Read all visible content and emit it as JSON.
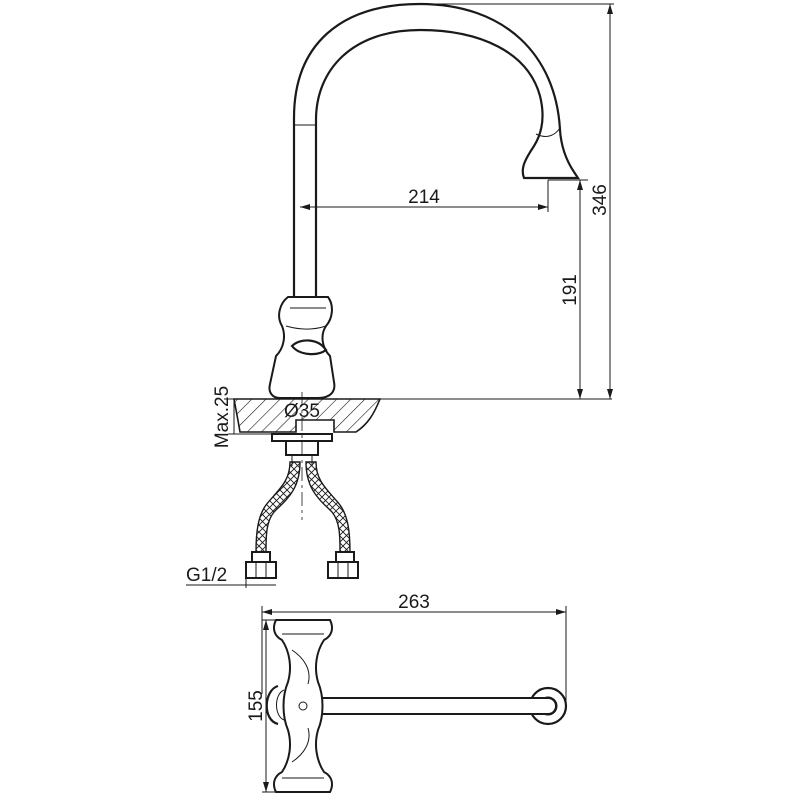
{
  "diagram": {
    "colors": {
      "line": "#1a1a1a",
      "background": "#ffffff"
    },
    "dimensions": {
      "reach": "214",
      "total_height": "346",
      "spout_height": "191",
      "max_thickness": "Max.25",
      "hole_diameter": "Ø35",
      "connection": "G1/2",
      "length": "263",
      "width": "155"
    }
  }
}
